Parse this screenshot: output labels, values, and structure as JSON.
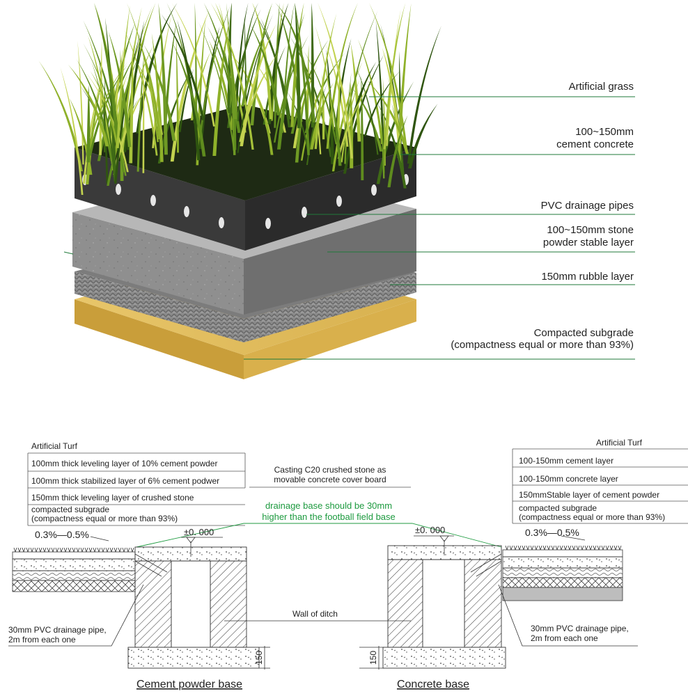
{
  "top_labels": {
    "artificial_grass": "Artificial grass",
    "cement_concrete_1": "100~150mm",
    "cement_concrete_2": "cement concrete",
    "pvc_pipes": "PVC drainage pipes",
    "stone_powder_1": "100~150mm stone",
    "stone_powder_2": "powder stable layer",
    "rubble": "150mm rubble layer",
    "subgrade_1": "Compacted subgrade",
    "subgrade_2": "(compactness equal or more than 93%)"
  },
  "left_section": {
    "turf": "Artificial Turf",
    "layer1": "100mm thick leveling layer of 10% cement powder",
    "layer2": "100mm thick stabilized layer of 6% cement podwer",
    "layer3": "150mm thick leveling layer of crushed stone",
    "subgrade_1": "compacted subgrade",
    "subgrade_2": "(compactness equal or more than 93%)",
    "slope": "0.3%—0.5%",
    "pipe_1": "30mm PVC drainage pipe,",
    "pipe_2": "2m from each one",
    "level": "±0. 000",
    "dim": "150",
    "title": "Cement powder base"
  },
  "center": {
    "cover_1": "Casting C20 crushed stone as",
    "cover_2": "movable concrete cover board",
    "note_1": "drainage base should be 30mm",
    "note_2": "higher than the football field base",
    "wall": "Wall of ditch"
  },
  "right_section": {
    "turf": "Artificial Turf",
    "layer1": "100-150mm cement layer",
    "layer2": "100-150mm concrete layer",
    "layer3": "150mmStable layer of cement powder",
    "subgrade_1": "compacted subgrade",
    "subgrade_2": "(compactness equal or more than 93%)",
    "slope": "0.3%—0.5%",
    "pipe_1": "30mm PVC drainage pipe,",
    "pipe_2": "2m from each one",
    "level": "±0. 000",
    "dim": "150",
    "title": "Concrete base"
  }
}
